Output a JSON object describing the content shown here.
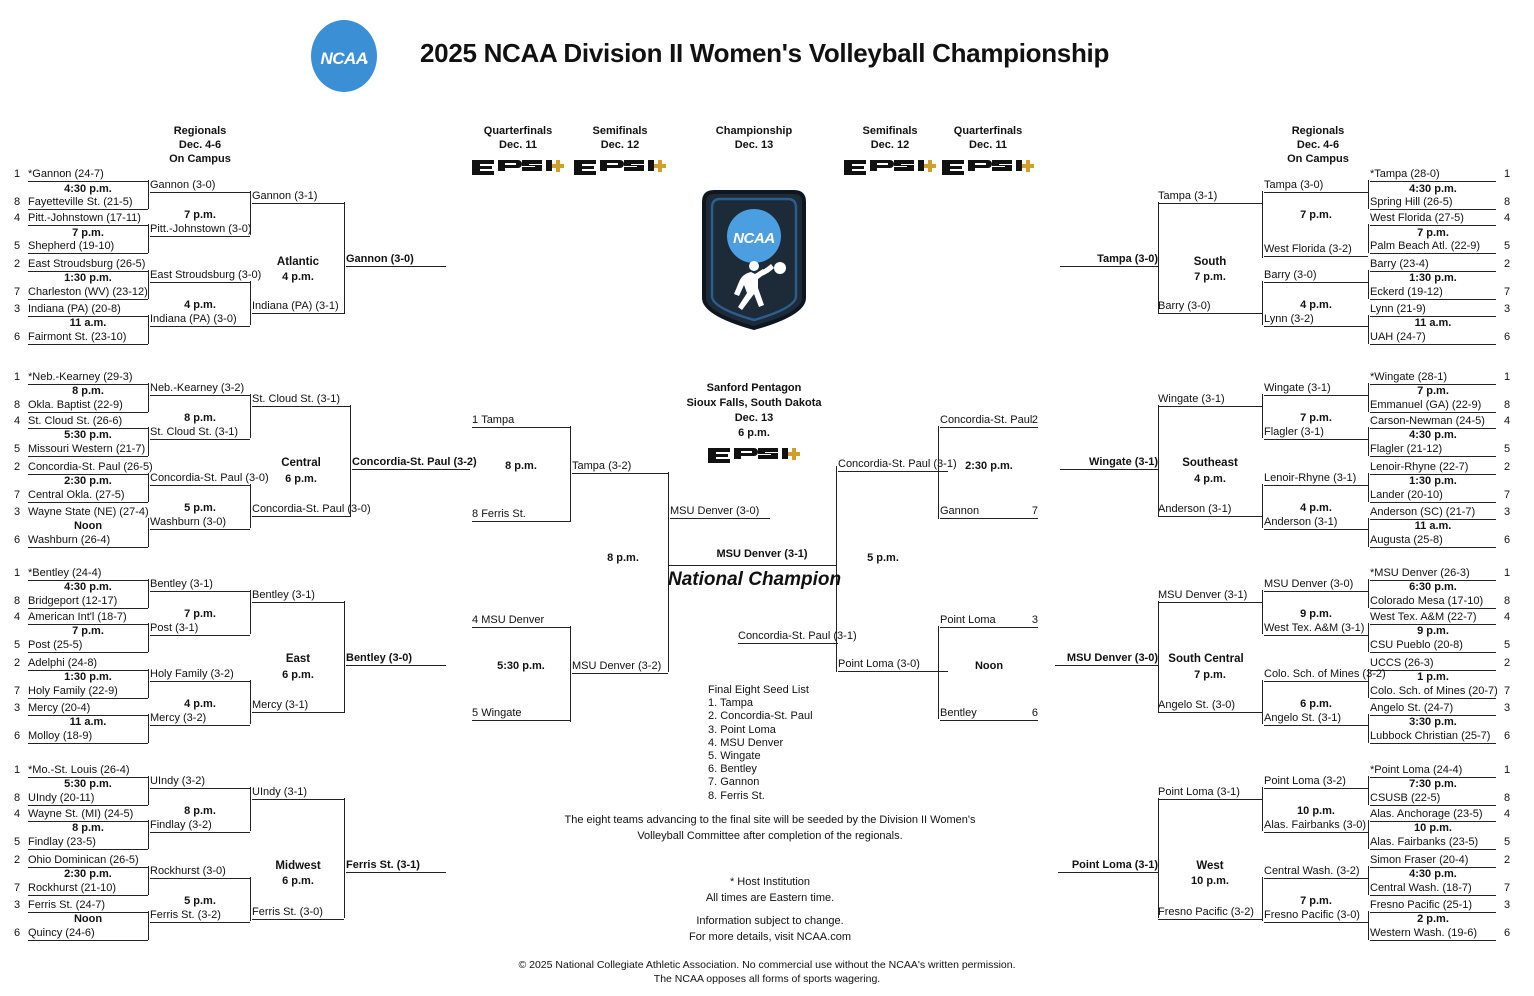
{
  "header": {
    "title": "2025 NCAA Division II Women's Volleyball Championship",
    "logo_alt": "ncaa-logo"
  },
  "column_headings": {
    "regionals_left": {
      "line1": "Regionals",
      "line2": "Dec. 4-6",
      "line3": "On Campus"
    },
    "regionals_right": {
      "line1": "Regionals",
      "line2": "Dec. 4-6",
      "line3": "On Campus"
    },
    "quarterfinals_left": {
      "line1": "Quarterfinals",
      "line2": "Dec. 11",
      "network": "ESPN+"
    },
    "semifinals_left": {
      "line1": "Semifinals",
      "line2": "Dec. 12",
      "network": "ESPN+"
    },
    "championship": {
      "line1": "Championship",
      "line2": "Dec. 13"
    },
    "semifinals_right": {
      "line1": "Semifinals",
      "line2": "Dec. 12",
      "network": "ESPN+"
    },
    "quarterfinals_right": {
      "line1": "Quarterfinals",
      "line2": "Dec. 11",
      "network": "ESPN+"
    }
  },
  "final_site": {
    "venue": "Sanford Pentagon",
    "city": "Sioux Falls, South Dakota",
    "date": "Dec. 13",
    "time": "6 p.m.",
    "network": "ESPN+"
  },
  "national_champion_label": "National Champion",
  "champion": "MSU Denver (3-1)",
  "championship_time": "8 p.m.",
  "regions": {
    "atlantic": {
      "name": "Atlantic",
      "final_time": "4 p.m.",
      "winner": "Gannon (3-0)",
      "first_round": [
        {
          "seed": "1",
          "team": "*Gannon (24-7)",
          "time": "4:30 p.m.",
          "opp_seed": "8",
          "opp": "Fayetteville St. (21-5)"
        },
        {
          "seed": "4",
          "team": "Pitt.-Johnstown (17-11)",
          "time": "7 p.m.",
          "opp_seed": "5",
          "opp": "Shepherd (19-10)"
        },
        {
          "seed": "2",
          "team": "East Stroudsburg (26-5)",
          "time": "1:30 p.m.",
          "opp_seed": "7",
          "opp": "Charleston (WV) (23-12)"
        },
        {
          "seed": "3",
          "team": "Indiana (PA) (20-8)",
          "time": "11 a.m.",
          "opp_seed": "6",
          "opp": "Fairmont St. (23-10)"
        }
      ],
      "second_round": [
        {
          "top": "Gannon (3-0)",
          "time": "7 p.m.",
          "bottom": "Pitt.-Johnstown (3-0)"
        },
        {
          "top": "East Stroudsburg (3-0)",
          "time": "4 p.m.",
          "bottom": "Indiana (PA) (3-0)"
        }
      ],
      "third_round": {
        "top": "Gannon (3-1)",
        "bottom": "Indiana (PA) (3-1)"
      }
    },
    "central": {
      "name": "Central",
      "final_time": "6 p.m.",
      "winner": "Concordia-St. Paul (3-2)",
      "first_round": [
        {
          "seed": "1",
          "team": "*Neb.-Kearney (29-3)",
          "time": "8 p.m.",
          "opp_seed": "8",
          "opp": "Okla. Baptist (22-9)"
        },
        {
          "seed": "4",
          "team": "St. Cloud St. (26-6)",
          "time": "5:30 p.m.",
          "opp_seed": "5",
          "opp": "Missouri Western (21-7)"
        },
        {
          "seed": "2",
          "team": "Concordia-St. Paul (26-5)",
          "time": "2:30 p.m.",
          "opp_seed": "7",
          "opp": "Central Okla. (27-5)"
        },
        {
          "seed": "3",
          "team": "Wayne State (NE) (27-4)",
          "time": "Noon",
          "opp_seed": "6",
          "opp": "Washburn (26-4)"
        }
      ],
      "second_round": [
        {
          "top": "Neb.-Kearney (3-2)",
          "time": "8 p.m.",
          "bottom": "St. Cloud St. (3-1)"
        },
        {
          "top": "Concordia-St. Paul (3-0)",
          "time": "5 p.m.",
          "bottom": "Washburn (3-0)"
        }
      ],
      "third_round": {
        "top": "St. Cloud St. (3-1)",
        "bottom": "Concordia-St. Paul (3-0)"
      }
    },
    "east": {
      "name": "East",
      "final_time": "6 p.m.",
      "winner": "Bentley (3-0)",
      "first_round": [
        {
          "seed": "1",
          "team": "*Bentley (24-4)",
          "time": "4:30 p.m.",
          "opp_seed": "8",
          "opp": "Bridgeport (12-17)"
        },
        {
          "seed": "4",
          "team": "American Int'l (18-7)",
          "time": "7 p.m.",
          "opp_seed": "5",
          "opp": "Post (25-5)"
        },
        {
          "seed": "2",
          "team": "Adelphi (24-8)",
          "time": "1:30 p.m.",
          "opp_seed": "7",
          "opp": "Holy Family (22-9)"
        },
        {
          "seed": "3",
          "team": "Mercy (20-4)",
          "time": "11 a.m.",
          "opp_seed": "6",
          "opp": "Molloy (18-9)"
        }
      ],
      "second_round": [
        {
          "top": "Bentley (3-1)",
          "time": "7 p.m.",
          "bottom": "Post (3-1)"
        },
        {
          "top": "Holy Family (3-2)",
          "time": "4 p.m.",
          "bottom": "Mercy (3-2)"
        }
      ],
      "third_round": {
        "top": "Bentley (3-1)",
        "bottom": "Mercy (3-1)"
      }
    },
    "midwest": {
      "name": "Midwest",
      "final_time": "6 p.m.",
      "winner": "Ferris St. (3-1)",
      "first_round": [
        {
          "seed": "1",
          "team": "*Mo.-St. Louis (26-4)",
          "time": "5:30 p.m.",
          "opp_seed": "8",
          "opp": "UIndy (20-11)"
        },
        {
          "seed": "4",
          "team": "Wayne St. (MI) (24-5)",
          "time": "8 p.m.",
          "opp_seed": "5",
          "opp": "Findlay (23-5)"
        },
        {
          "seed": "2",
          "team": "Ohio Dominican (26-5)",
          "time": "2:30 p.m.",
          "opp_seed": "7",
          "opp": "Rockhurst (21-10)"
        },
        {
          "seed": "3",
          "team": "Ferris St. (24-7)",
          "time": "Noon",
          "opp_seed": "6",
          "opp": "Quincy (24-6)"
        }
      ],
      "second_round": [
        {
          "top": "UIndy (3-2)",
          "time": "8 p.m.",
          "bottom": "Findlay (3-2)"
        },
        {
          "top": "Rockhurst (3-0)",
          "time": "5 p.m.",
          "bottom": "Ferris St. (3-2)"
        }
      ],
      "third_round": {
        "top": "UIndy (3-1)",
        "bottom": "Ferris St. (3-0)"
      }
    },
    "south": {
      "name": "South",
      "final_time": "7 p.m.",
      "winner": "Tampa (3-0)",
      "first_round": [
        {
          "seed": "1",
          "team": "*Tampa (28-0)",
          "time": "4:30 p.m.",
          "opp_seed": "8",
          "opp": "Spring Hill (26-5)"
        },
        {
          "seed": "4",
          "team": "West Florida (27-5)",
          "time": "7 p.m.",
          "opp_seed": "5",
          "opp": "Palm Beach Atl. (22-9)"
        },
        {
          "seed": "2",
          "team": "Barry (23-4)",
          "time": "1:30 p.m.",
          "opp_seed": "7",
          "opp": "Eckerd (19-12)"
        },
        {
          "seed": "3",
          "team": "Lynn (21-9)",
          "time": "11 a.m.",
          "opp_seed": "6",
          "opp": "UAH (24-7)"
        }
      ],
      "second_round": [
        {
          "top": "Tampa (3-0)",
          "time": "7 p.m.",
          "bottom": "West Florida (3-2)"
        },
        {
          "top": "Barry (3-0)",
          "time": "4 p.m.",
          "bottom": "Lynn (3-2)"
        }
      ],
      "third_round": {
        "top": "Tampa (3-1)",
        "bottom": "Barry (3-0)"
      }
    },
    "southeast": {
      "name": "Southeast",
      "final_time": "4 p.m.",
      "winner": "Wingate (3-1)",
      "first_round": [
        {
          "seed": "1",
          "team": "*Wingate (28-1)",
          "time": "7 p.m.",
          "opp_seed": "8",
          "opp": "Emmanuel (GA) (22-9)"
        },
        {
          "seed": "4",
          "team": "Carson-Newman (24-5)",
          "time": "4:30 p.m.",
          "opp_seed": "5",
          "opp": "Flagler (21-12)"
        },
        {
          "seed": "2",
          "team": "Lenoir-Rhyne (22-7)",
          "time": "1:30 p.m.",
          "opp_seed": "7",
          "opp": "Lander (20-10)"
        },
        {
          "seed": "3",
          "team": "Anderson (SC) (21-7)",
          "time": "11 a.m.",
          "opp_seed": "6",
          "opp": "Augusta (25-8)"
        }
      ],
      "second_round": [
        {
          "top": "Wingate (3-1)",
          "time": "7 p.m.",
          "bottom": "Flagler (3-1)"
        },
        {
          "top": "Lenoir-Rhyne (3-1)",
          "time": "4 p.m.",
          "bottom": "Anderson (3-1)"
        }
      ],
      "third_round": {
        "top": "Wingate (3-1)",
        "bottom": "Anderson (3-1)"
      }
    },
    "south_central": {
      "name": "South Central",
      "final_time": "7 p.m.",
      "winner": "MSU Denver (3-0)",
      "first_round": [
        {
          "seed": "1",
          "team": "*MSU Denver (26-3)",
          "time": "6:30 p.m.",
          "opp_seed": "8",
          "opp": "Colorado Mesa (17-10)"
        },
        {
          "seed": "4",
          "team": "West Tex. A&M (22-7)",
          "time": "9 p.m.",
          "opp_seed": "5",
          "opp": "CSU Pueblo (20-8)"
        },
        {
          "seed": "2",
          "team": "UCCS (26-3)",
          "time": "1 p.m.",
          "opp_seed": "7",
          "opp": "Colo. Sch. of Mines (20-7)"
        },
        {
          "seed": "3",
          "team": "Angelo St. (24-7)",
          "time": "3:30 p.m.",
          "opp_seed": "6",
          "opp": "Lubbock Christian (25-7)"
        }
      ],
      "second_round": [
        {
          "top": "MSU Denver (3-0)",
          "time": "9 p.m.",
          "bottom": "West Tex. A&M (3-1)"
        },
        {
          "top": "Colo. Sch. of Mines (3-2)",
          "time": "6 p.m.",
          "bottom": "Angelo St. (3-1)"
        }
      ],
      "third_round": {
        "top": "MSU Denver (3-1)",
        "bottom": "Angelo St. (3-0)"
      }
    },
    "west": {
      "name": "West",
      "final_time": "10 p.m.",
      "winner": "Point Loma (3-1)",
      "first_round": [
        {
          "seed": "1",
          "team": "*Point Loma (24-4)",
          "time": "7:30 p.m.",
          "opp_seed": "8",
          "opp": "CSUSB (22-5)"
        },
        {
          "seed": "4",
          "team": "Alas. Anchorage (23-5)",
          "time": "10 p.m.",
          "opp_seed": "5",
          "opp": "Alas. Fairbanks (23-5)"
        },
        {
          "seed": "2",
          "team": "Simon Fraser (20-4)",
          "time": "4:30 p.m.",
          "opp_seed": "7",
          "opp": "Central Wash. (18-7)"
        },
        {
          "seed": "3",
          "team": "Fresno Pacific (25-1)",
          "time": "2 p.m.",
          "opp_seed": "6",
          "opp": "Western Wash. (19-6)"
        }
      ],
      "second_round": [
        {
          "top": "Point Loma (3-2)",
          "time": "10 p.m.",
          "bottom": "Alas. Fairbanks (3-0)"
        },
        {
          "top": "Central Wash. (3-2)",
          "time": "7 p.m.",
          "bottom": "Fresno Pacific (3-0)"
        }
      ],
      "third_round": {
        "top": "Point Loma (3-1)",
        "bottom": "Fresno Pacific (3-2)"
      }
    }
  },
  "quarterfinals_left": [
    {
      "top_seed": "1",
      "top": "Tampa",
      "time": "8 p.m.",
      "bottom_seed": "8",
      "bottom": "Ferris St.",
      "winner": "Tampa (3-2)"
    },
    {
      "top_seed": "4",
      "top": "MSU Denver",
      "time": "5:30 p.m.",
      "bottom_seed": "5",
      "bottom": "Wingate",
      "winner": "MSU Denver (3-2)"
    }
  ],
  "quarterfinals_right": [
    {
      "top": "Concordia-St. Paul",
      "top_seed": "2",
      "time": "2:30 p.m.",
      "bottom": "Gannon",
      "bottom_seed": "7",
      "winner": "Concordia-St. Paul (3-1)"
    },
    {
      "top": "Point Loma",
      "top_seed": "3",
      "time": "Noon",
      "bottom": "Bentley",
      "bottom_seed": "6",
      "winner": "Point Loma (3-0)"
    }
  ],
  "semifinal_left": {
    "winner": "MSU Denver (3-0)",
    "time": "8 p.m."
  },
  "semifinal_right": {
    "winner": "Concordia-St. Paul (3-1)",
    "time": "5 p.m."
  },
  "final_eight_seed_list": {
    "heading": "Final Eight Seed List",
    "items": [
      "1. Tampa",
      "2. Concordia-St. Paul",
      "3. Point Loma",
      "4. MSU Denver",
      "5. Wingate",
      "6. Bentley",
      "7. Gannon",
      "8. Ferris St."
    ]
  },
  "notes": {
    "seeding_note_line1": "The eight teams advancing to the final site will be seeded by the Division II Women's",
    "seeding_note_line2": "Volleyball Committee after completion of the regionals.",
    "host": "* Host Institution",
    "times": "All times are Eastern time.",
    "subject_to_change": "Information subject to change.",
    "more_details": "For more details, visit NCAA.com"
  },
  "footer": {
    "line1": "© 2025 National Collegiate Athletic Association. No commercial use without the NCAA's written permission.",
    "line2": "The NCAA opposes all forms of sports wagering."
  },
  "colors": {
    "ncaa_blue": "#3b8fd4",
    "line": "#222222",
    "espn_gold": "#d2a02a"
  }
}
